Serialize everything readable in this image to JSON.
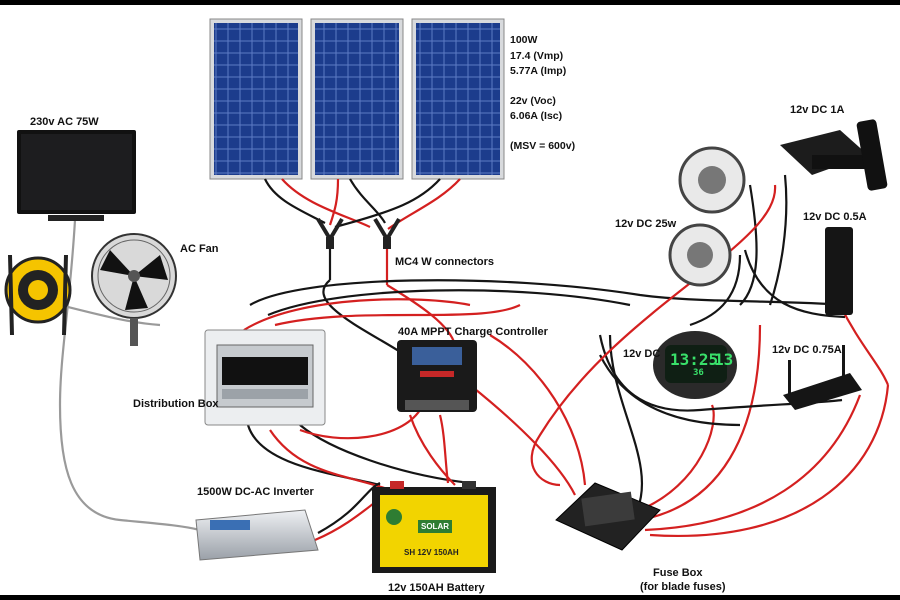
{
  "panel_specs": {
    "power": "100W",
    "vmp": "17.4 (Vmp)",
    "imp": "5.77A (Imp)",
    "voc": "22v (Voc)",
    "isc": "6.06A (Isc)",
    "msv": "(MSV = 600v)"
  },
  "labels": {
    "tv": "230v AC 75W",
    "fan": "AC Fan",
    "mc4": "MC4 W connectors",
    "charge_controller": "40A MPPT Charge Controller",
    "distribution_box": "Distribution Box",
    "inverter": "1500W DC-AC Inverter",
    "battery": "12v 150AH Battery",
    "fuse_box_line1": "Fuse Box",
    "fuse_box_line2": "(for blade fuses)",
    "led_strip": "12v DC 25w",
    "clock": "12v DC",
    "set_top_box": "12v DC  1A",
    "modem": "12v DC  0.5A",
    "router": "12v DC  0.75A"
  },
  "device_text": {
    "clock_time": "13:25",
    "clock_day": "13",
    "clock_temp": "36",
    "battery_brand": "SOLAR",
    "battery_model": "SH 12V 150AH"
  },
  "colors": {
    "positive_wire": "#d42020",
    "negative_wire": "#151515",
    "ac_wire": "#9a9a9a",
    "panel_cell": "#1c3c8c",
    "battery_body": "#f2d400"
  }
}
